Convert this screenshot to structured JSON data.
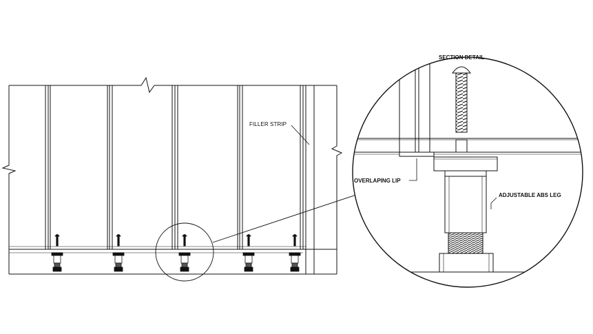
{
  "labels": {
    "filler_strip": "FILLER STRIP",
    "section_detail": "SECTION DETAIL",
    "overlapping_lip": "OVERLAPING LIP",
    "adjustable_leg": "ADJUSTABLE ABS LEG"
  },
  "colors": {
    "line": "#111111",
    "background": "#ffffff"
  }
}
